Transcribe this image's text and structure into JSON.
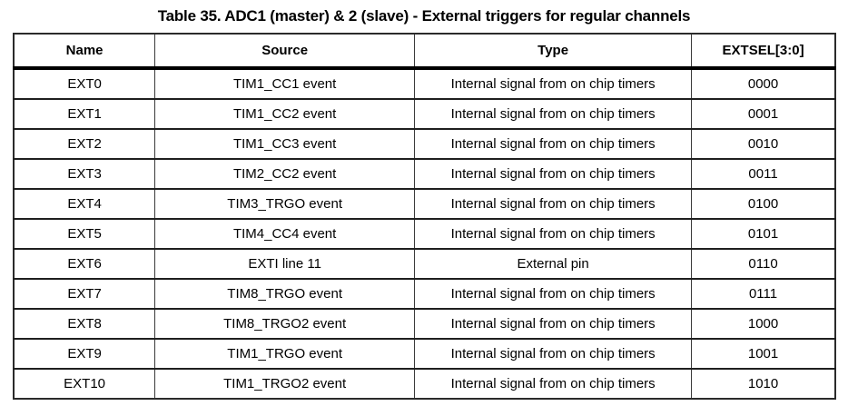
{
  "title": "Table 35. ADC1 (master) & 2 (slave) - External triggers for regular channels",
  "table": {
    "columns": [
      "Name",
      "Source",
      "Type",
      "EXTSEL[3:0]"
    ],
    "column_keys": [
      "name",
      "source",
      "type",
      "extsel"
    ],
    "rows": [
      [
        "EXT0",
        "TIM1_CC1 event",
        "Internal signal from on chip timers",
        "0000"
      ],
      [
        "EXT1",
        "TIM1_CC2 event",
        "Internal signal from on chip timers",
        "0001"
      ],
      [
        "EXT2",
        "TIM1_CC3 event",
        "Internal signal from on chip timers",
        "0010"
      ],
      [
        "EXT3",
        "TIM2_CC2 event",
        "Internal signal from on chip timers",
        "0011"
      ],
      [
        "EXT4",
        "TIM3_TRGO event",
        "Internal signal from on chip timers",
        "0100"
      ],
      [
        "EXT5",
        "TIM4_CC4 event",
        "Internal signal from on chip timers",
        "0101"
      ],
      [
        "EXT6",
        "EXTI line 11",
        "External pin",
        "0110"
      ],
      [
        "EXT7",
        "TIM8_TRGO event",
        "Internal signal from on chip timers",
        "0111"
      ],
      [
        "EXT8",
        "TIM8_TRGO2 event",
        "Internal signal from on chip timers",
        "1000"
      ],
      [
        "EXT9",
        "TIM1_TRGO event",
        "Internal signal from on chip timers",
        "1001"
      ],
      [
        "EXT10",
        "TIM1_TRGO2 event",
        "Internal signal from on chip timers",
        "1010"
      ]
    ]
  },
  "colors": {
    "text": "#000000",
    "background": "#ffffff",
    "thin_border": "#3a3a3a",
    "row_border": "#1f1f1f",
    "thick_border": "#000000"
  }
}
